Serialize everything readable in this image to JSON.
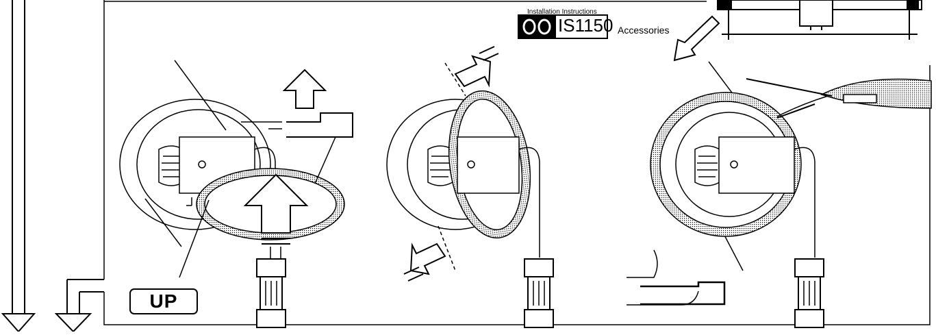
{
  "header": {
    "small_label": "Installation Instructions",
    "model_code": "IS1150",
    "accessories_label": "Accessories"
  },
  "step1": {
    "up_label": "UP"
  }
}
